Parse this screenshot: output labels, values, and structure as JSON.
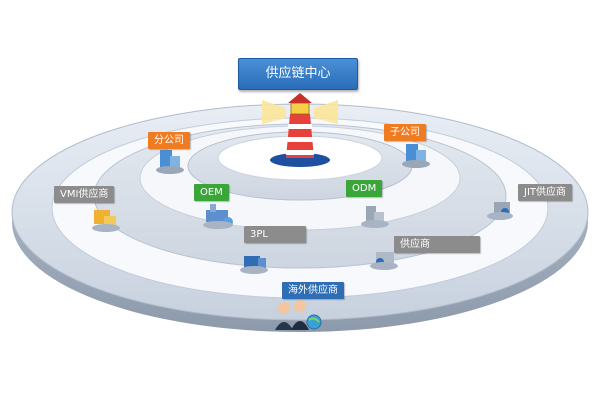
{
  "diagram": {
    "center_label": "供应链中心",
    "nodes": [
      {
        "id": "fengongsi",
        "label": "分公司",
        "tag_color": "#f07c22",
        "icon": "building-icon"
      },
      {
        "id": "zigongsi",
        "label": "子公司",
        "tag_color": "#f07c22",
        "icon": "building-icon"
      },
      {
        "id": "oem",
        "label": "OEM",
        "tag_color": "#3aa63a",
        "icon": "factory-icon"
      },
      {
        "id": "odm",
        "label": "ODM",
        "tag_color": "#3aa63a",
        "icon": "factory-icon"
      },
      {
        "id": "vmi",
        "label": "VMI供应商",
        "tag_color": "#8c8c8c",
        "icon": "warehouse-icon"
      },
      {
        "id": "jit",
        "label": "JIT供应商",
        "tag_color": "#8c8c8c",
        "icon": "truck-icon"
      },
      {
        "id": "3pl",
        "label": "3PL",
        "tag_color": "#8c8c8c",
        "icon": "logistics-icon"
      },
      {
        "id": "gongyingshang",
        "label": "供应商",
        "tag_color": "#8c8c8c",
        "icon": "supplier-icon"
      },
      {
        "id": "haiwai",
        "label": "海外供应商",
        "tag_color": "#2f6db5",
        "icon": "people-globe-icon"
      }
    ],
    "center_icon": "lighthouse-icon",
    "ring_color": "#c9d3e0"
  }
}
